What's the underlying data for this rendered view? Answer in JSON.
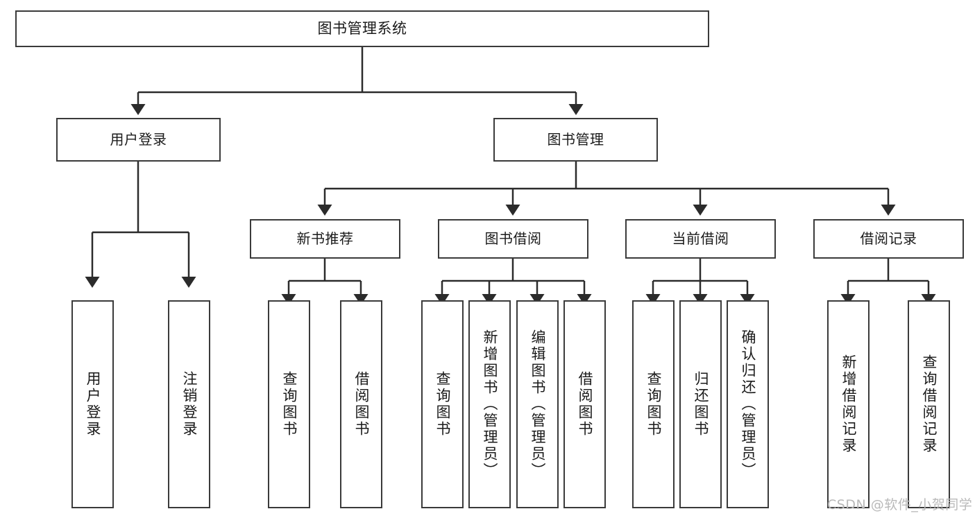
{
  "diagram": {
    "type": "hierarchy-tree",
    "title": "图书管理系统",
    "watermark": "CSDN @软件_小贺同学",
    "colors": {
      "box_border": "#3a3a3a",
      "box_fill": "#ffffff",
      "edge": "#2b2b2b",
      "text": "#1a1a1a",
      "watermark": "#b9b9b9",
      "background": "#ffffff"
    },
    "levels": {
      "root": {
        "label": "图书管理系统"
      },
      "level2": [
        {
          "id": "user-login",
          "label": "用户登录"
        },
        {
          "id": "book-management",
          "label": "图书管理"
        }
      ],
      "level3": [
        {
          "id": "new-book-recommend",
          "label": "新书推荐",
          "parent": "book-management"
        },
        {
          "id": "book-borrow",
          "label": "图书借阅",
          "parent": "book-management"
        },
        {
          "id": "current-borrow",
          "label": "当前借阅",
          "parent": "book-management"
        },
        {
          "id": "borrow-record",
          "label": "借阅记录",
          "parent": "book-management"
        }
      ],
      "leaves": [
        {
          "id": "leaf-user-login",
          "label": "用户登录",
          "parent": "user-login"
        },
        {
          "id": "leaf-user-logout",
          "label": "注销登录",
          "parent": "user-login"
        },
        {
          "id": "leaf-query-book-1",
          "label": "查询图书",
          "parent": "new-book-recommend"
        },
        {
          "id": "leaf-borrow-book-1",
          "label": "借阅图书",
          "parent": "new-book-recommend"
        },
        {
          "id": "leaf-query-book-2",
          "label": "查询图书",
          "parent": "book-borrow"
        },
        {
          "id": "leaf-add-book",
          "label": "新增图书（管理员）",
          "parent": "book-borrow"
        },
        {
          "id": "leaf-edit-book",
          "label": "编辑图书（管理员）",
          "parent": "book-borrow"
        },
        {
          "id": "leaf-borrow-book-2",
          "label": "借阅图书",
          "parent": "book-borrow"
        },
        {
          "id": "leaf-query-book-3",
          "label": "查询图书",
          "parent": "current-borrow"
        },
        {
          "id": "leaf-return-book",
          "label": "归还图书",
          "parent": "current-borrow"
        },
        {
          "id": "leaf-confirm-return",
          "label": "确认归还（管理员）",
          "parent": "current-borrow"
        },
        {
          "id": "leaf-add-record",
          "label": "新增借阅记录",
          "parent": "borrow-record"
        },
        {
          "id": "leaf-query-record",
          "label": "查询借阅记录",
          "parent": "borrow-record"
        }
      ]
    }
  }
}
